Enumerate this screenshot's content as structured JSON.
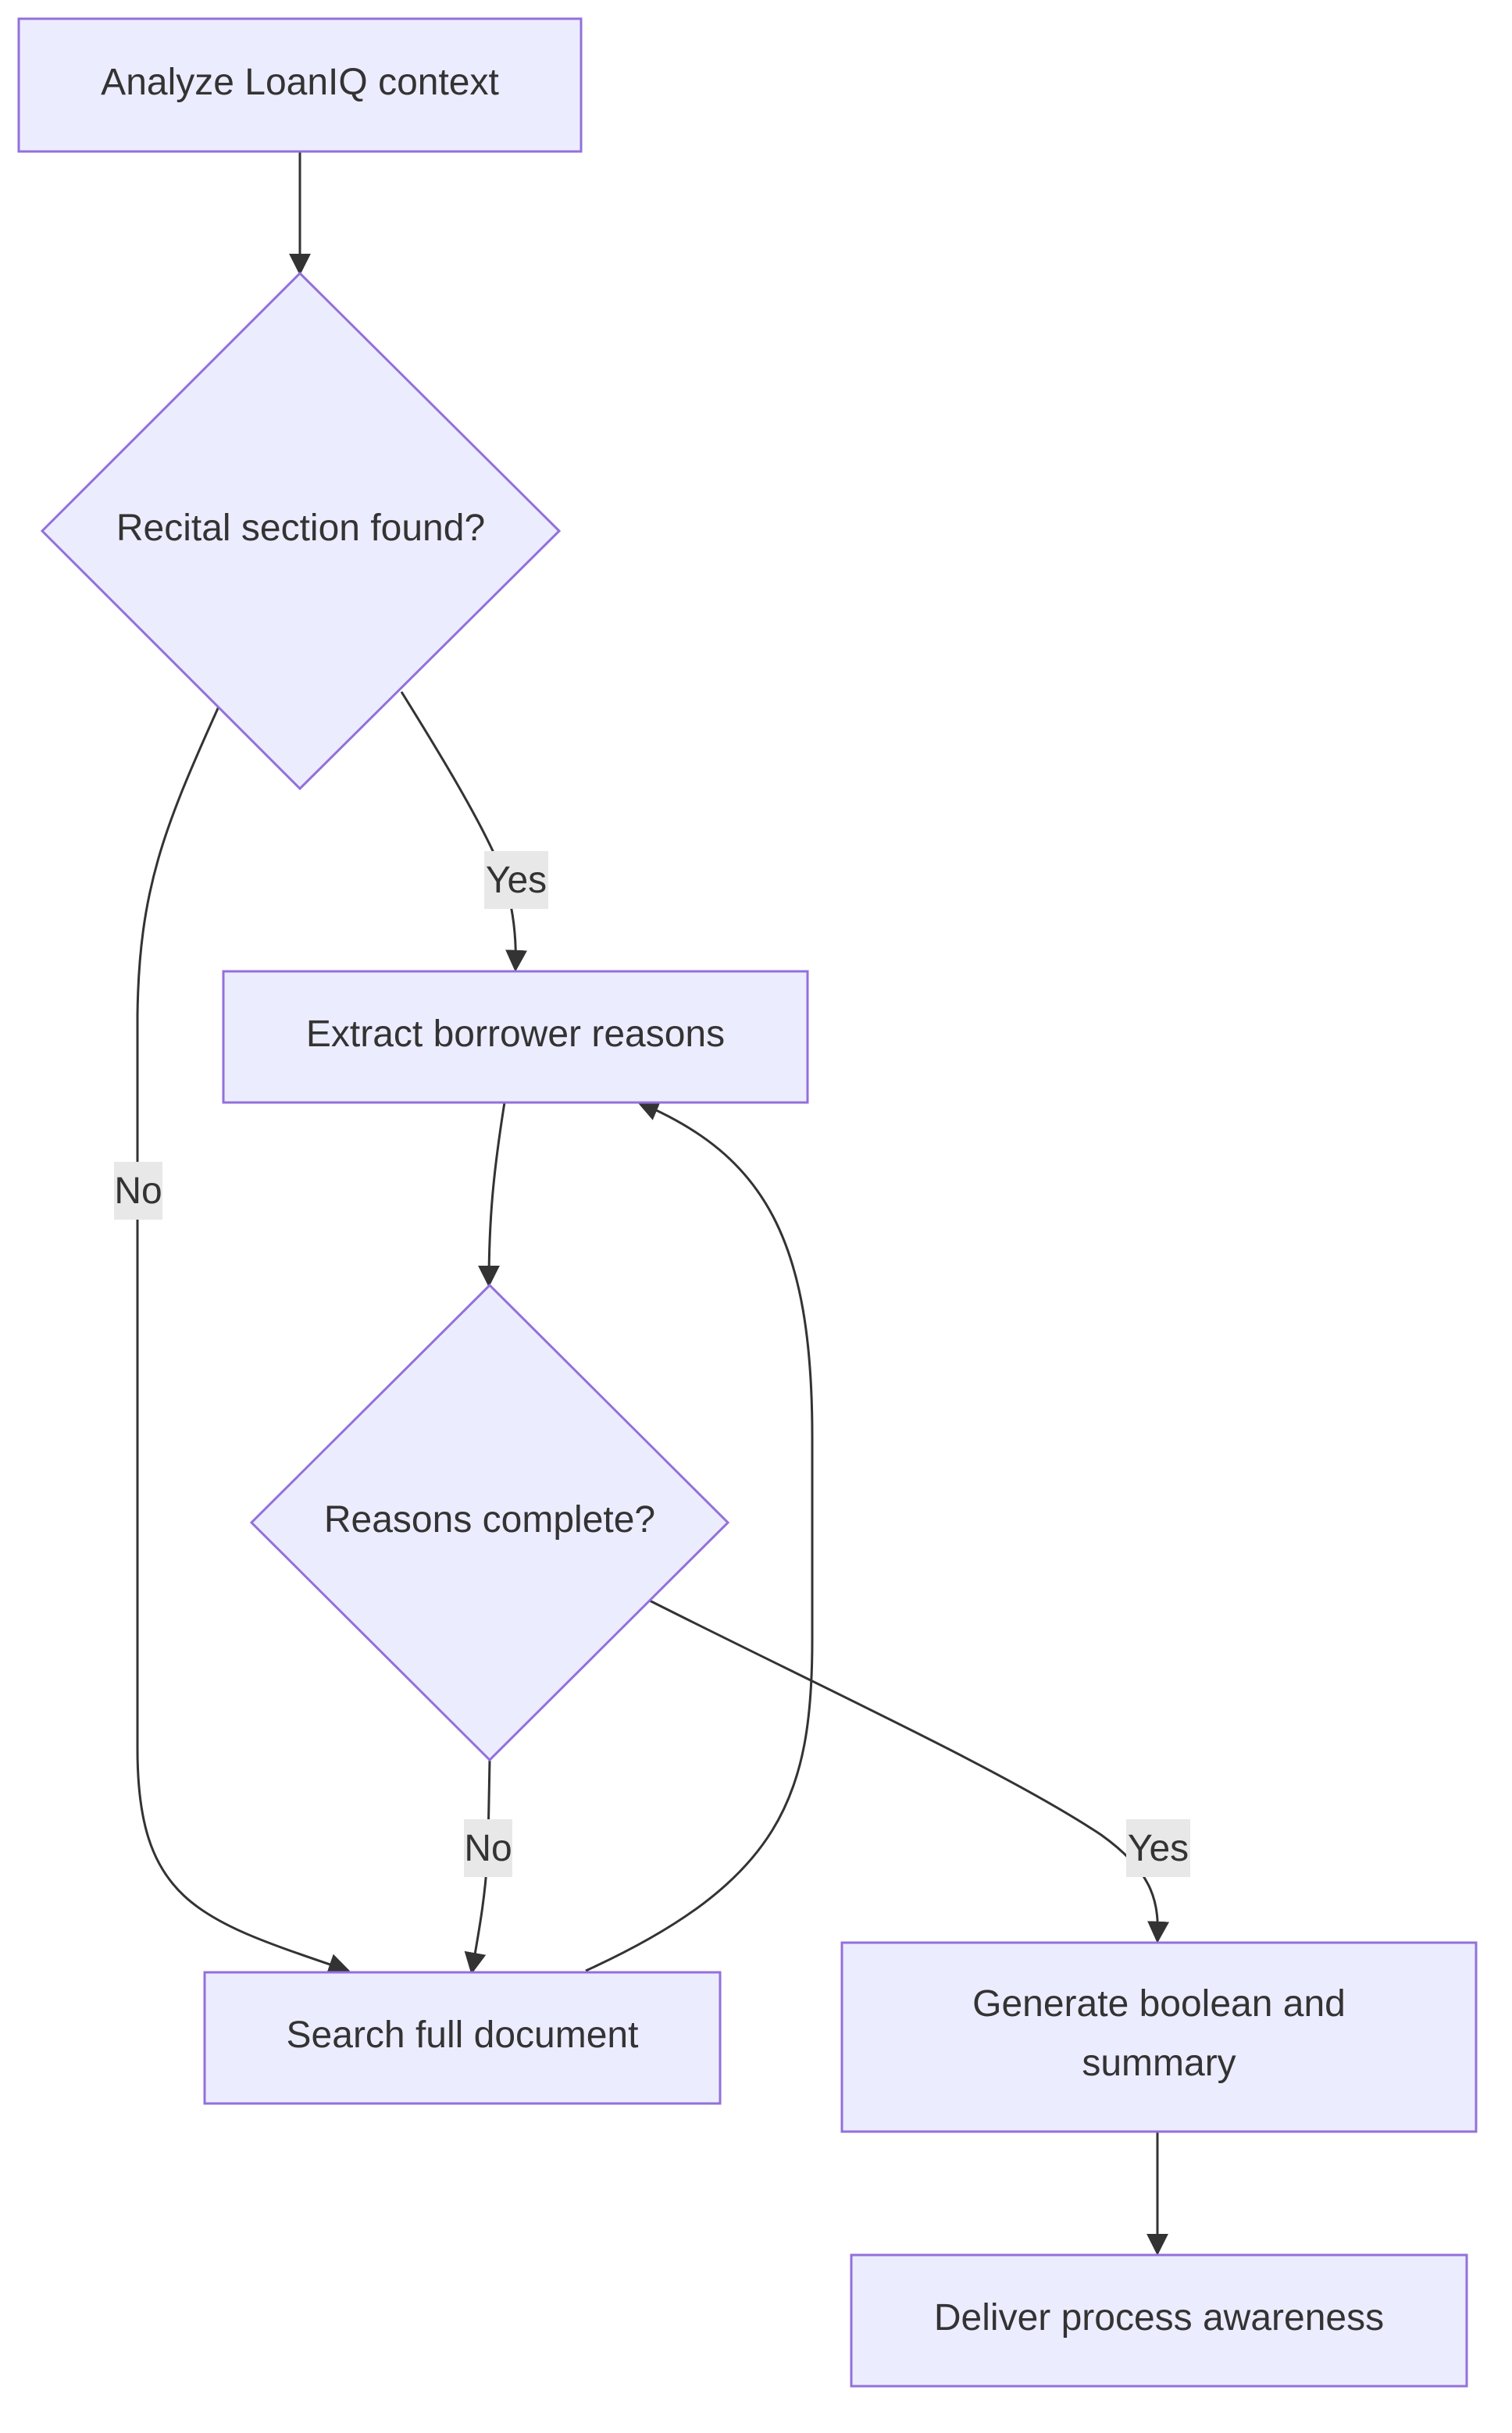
{
  "diagram": {
    "type": "flowchart",
    "colors": {
      "node_fill": "#ECECFF",
      "node_stroke": "#9370DB",
      "edge": "#333333",
      "text": "#333333",
      "label_bg": "#E8E8E8"
    },
    "nodes": {
      "analyze": {
        "label": "Analyze LoanIQ context",
        "shape": "rect"
      },
      "recital": {
        "label": "Recital section found?",
        "shape": "diamond"
      },
      "extract": {
        "label": "Extract borrower reasons",
        "shape": "rect"
      },
      "complete": {
        "label": "Reasons complete?",
        "shape": "diamond"
      },
      "search": {
        "label": "Search full document",
        "shape": "rect"
      },
      "generate": {
        "label_line1": "Generate boolean and",
        "label_line2": "summary",
        "shape": "rect"
      },
      "deliver": {
        "label": "Deliver process awareness",
        "shape": "rect"
      }
    },
    "edges": {
      "analyze_recital": {
        "from": "analyze",
        "to": "recital"
      },
      "recital_extract": {
        "from": "recital",
        "to": "extract",
        "label": "Yes"
      },
      "recital_search": {
        "from": "recital",
        "to": "search",
        "label": "No"
      },
      "extract_complete": {
        "from": "extract",
        "to": "complete"
      },
      "complete_search": {
        "from": "complete",
        "to": "search",
        "label": "No"
      },
      "complete_generate": {
        "from": "complete",
        "to": "generate",
        "label": "Yes"
      },
      "search_extract": {
        "from": "search",
        "to": "extract"
      },
      "generate_deliver": {
        "from": "generate",
        "to": "deliver"
      }
    }
  }
}
